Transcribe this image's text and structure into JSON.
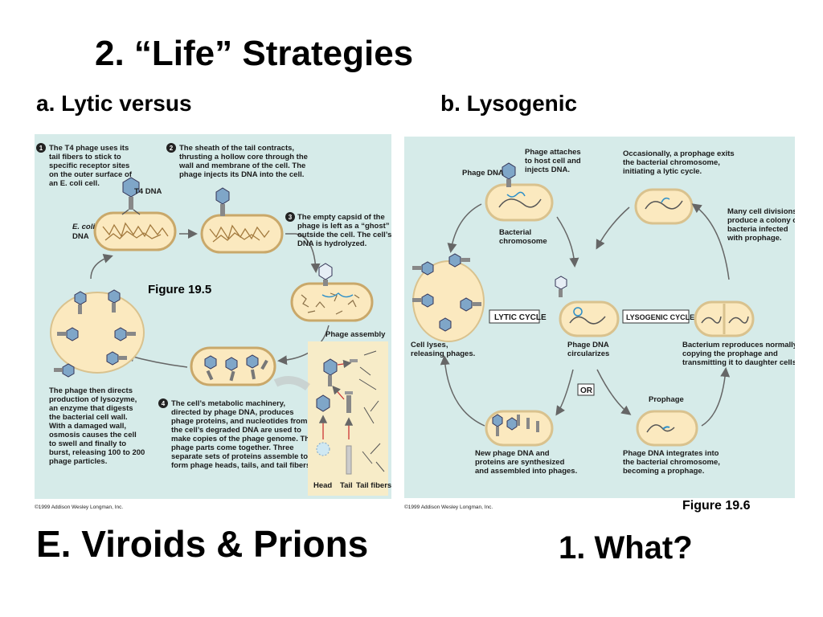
{
  "slide": {
    "title": "2. “Life” Strategies",
    "subtitle_a": "a. Lytic versus",
    "subtitle_b": "b. Lysogenic",
    "heading_viroids": "E. Viroids & Prions",
    "heading_what": "1. What?"
  },
  "figure_left": {
    "caption": "Figure 19.5",
    "copyright": "©1999 Addison Wesley Longman, Inc.",
    "step1": [
      "The T4 phage uses its",
      "tail fibers to stick to",
      "specific receptor sites",
      "on the outer surface of",
      "an E. coli cell."
    ],
    "step2": [
      "The sheath of the tail contracts,",
      "thrusting a hollow core through the",
      "wall and membrane of the cell. The",
      "phage injects its DNA into the cell."
    ],
    "step3": [
      "The empty capsid of the",
      "phage is left as a “ghost”",
      "outside the cell. The cell’s",
      "DNA is hydrolyzed."
    ],
    "step4": [
      "The cell’s metabolic machinery,",
      "directed by phage DNA, produces",
      "phage proteins, and nucleotides from",
      "the cell’s degraded DNA are used to",
      "make copies of the phage genome. The",
      "phage parts come together. Three",
      "separate sets of proteins assemble to",
      "form phage heads, tails, and tail fibers."
    ],
    "step5": [
      "The phage then directs",
      "production of lysozyme,",
      "an enzyme that digests",
      "the bacterial cell wall.",
      "With a damaged wall,",
      "osmosis causes the cell",
      "to swell and finally to",
      "burst, releasing 100 to 200",
      "phage particles."
    ],
    "label_t4": "T4 DNA",
    "label_ecoli": [
      "E. coli",
      "DNA"
    ],
    "label_assembly": "Phage assembly",
    "label_head": "Head",
    "label_tail": "Tail",
    "label_fibers": "Tail fibers",
    "num1": "1",
    "num2": "2",
    "num3": "3",
    "num4": "4"
  },
  "figure_right": {
    "caption": "Figure 19.6",
    "copyright": "©1999 Addison Wesley Longman, Inc.",
    "attach": [
      "Phage attaches",
      "to host cell and",
      "injects DNA."
    ],
    "phage_dna": "Phage DNA",
    "bact_chrom": [
      "Bacterial",
      "chromosome"
    ],
    "exit": [
      "Occasionally, a prophage exits",
      "the bacterial chromosome,",
      "initiating a lytic cycle."
    ],
    "many": [
      "Many cell divisions",
      "produce a colony of",
      "bacteria infected",
      "with prophage."
    ],
    "lytic": "LYTIC CYCLE",
    "lysogenic": "LYSOGENIC CYCLE",
    "lyses": [
      "Cell lyses,",
      "releasing phages."
    ],
    "circularizes": [
      "Phage DNA",
      "circularizes"
    ],
    "or": "OR",
    "reproduces": [
      "Bacterium reproduces normally,",
      "copying the prophage and",
      "transmitting it to daughter cells."
    ],
    "prophage": "Prophage",
    "new": [
      "New phage DNA and",
      "proteins are synthesized",
      "and assembled into phages."
    ],
    "integrates": [
      "Phage DNA integrates into",
      "the bacterial chromosome,",
      "becoming a prophage."
    ]
  },
  "colors": {
    "panel": "#d6ebe9",
    "cell": "#fbe9bf",
    "cell_edge": "#c9a86a",
    "phage": "#7fa6c8",
    "arrow": "#666666"
  }
}
